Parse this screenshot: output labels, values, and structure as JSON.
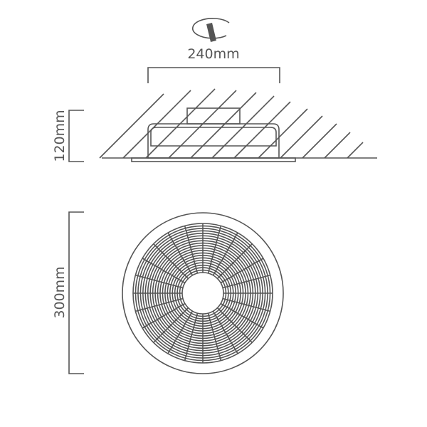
{
  "dimensions": {
    "width_label": "240mm",
    "height_label": "120mm",
    "diameter_label": "300mm"
  },
  "icons": [
    "rotate-install-icon",
    "ceiling-hatch",
    "fan-grille"
  ],
  "colors": {
    "line": "#555555",
    "background": "#ffffff"
  },
  "grille": {
    "spokes": 24,
    "rings": 20
  }
}
